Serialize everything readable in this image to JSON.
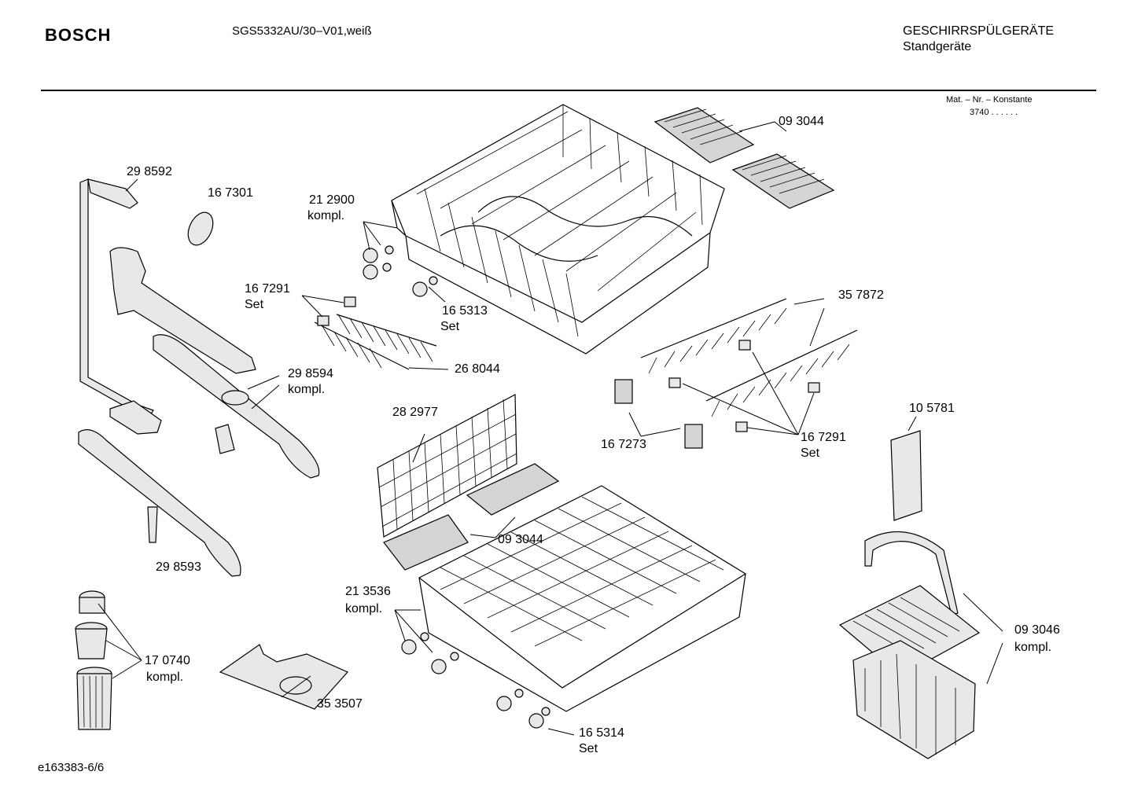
{
  "header": {
    "brand": "BOSCH",
    "model": "SGS5332AU/30–V01,weiß",
    "category": "GESCHIRRSPÜLGERÄTE",
    "subcategory": "Standgeräte",
    "mat_label": "Mat. – Nr. – Konstante",
    "mat_value": "3740  .  .   .  .  .  ."
  },
  "parts": {
    "p298592": "29 8592",
    "p167301": "16 7301",
    "p212900": "21 2900",
    "p212900b": "kompl.",
    "p093044a": "09 3044",
    "p167291a": "16 7291",
    "p167291a_b": "Set",
    "p165313": "16 5313",
    "p165313b": "Set",
    "p268044": "26 8044",
    "p357872": "35 7872",
    "p298594": "29 8594",
    "p298594b": "kompl.",
    "p282977": "28 2977",
    "p167273": "16 7273",
    "p167291b": "16 7291",
    "p167291b_b": "Set",
    "p105781": "10 5781",
    "p093044b": "09 3044",
    "p298593": "29 8593",
    "p213536": "21 3536",
    "p213536b": "kompl.",
    "p093046": "09 3046",
    "p093046b": "kompl.",
    "p170740": "17 0740",
    "p170740b": "kompl.",
    "p353507": "35 3507",
    "p165314": "16 5314",
    "p165314b": "Set"
  },
  "footer": {
    "code": "e163383-6/6"
  }
}
